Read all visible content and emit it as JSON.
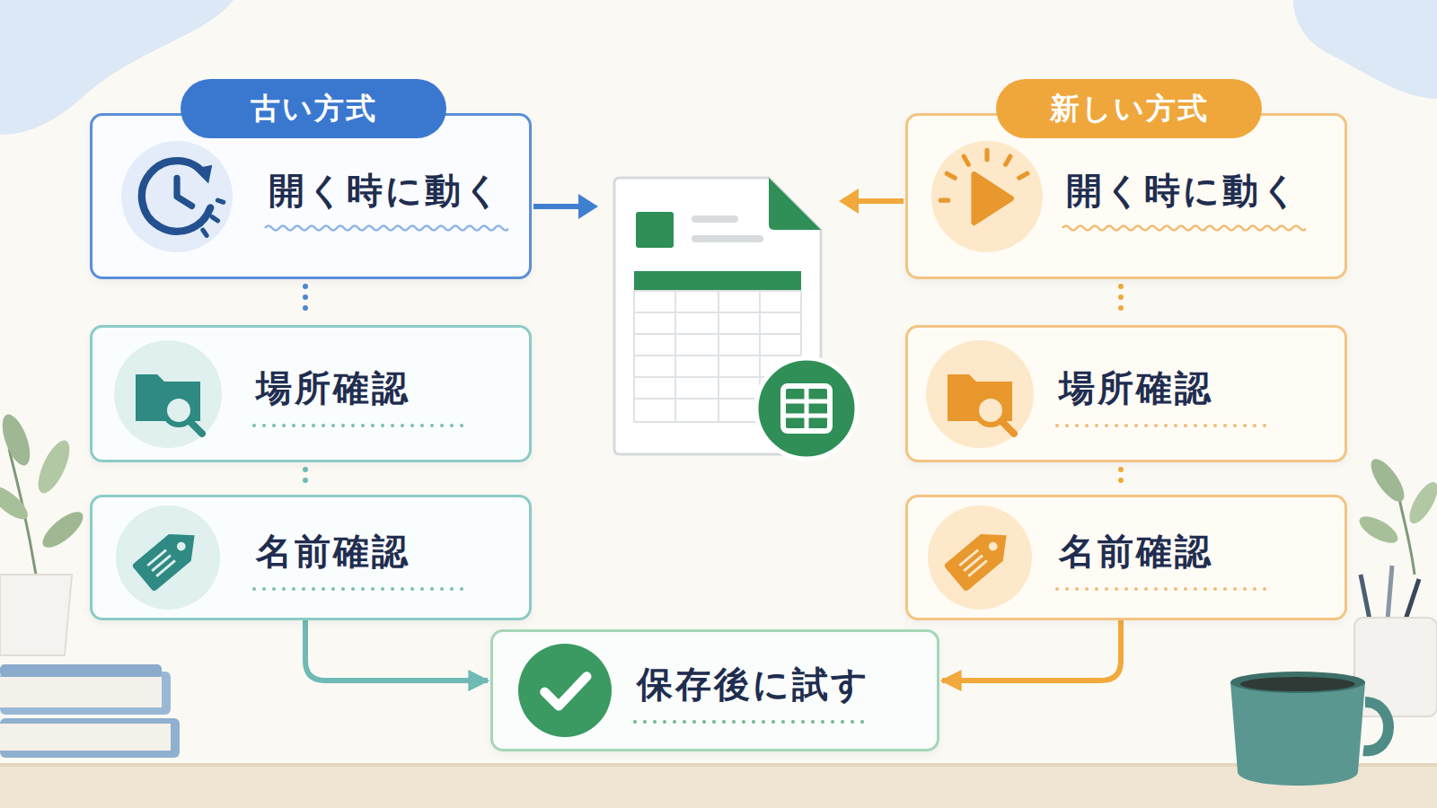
{
  "diagram": {
    "nodes": [
      {
        "text": [
          "古い方式",
          "開く時に動く"
        ]
      },
      {
        "text": [
          "場所確認"
        ]
      },
      {
        "text": [
          "名前確認"
        ]
      },
      {
        "text": [
          "新しい方式",
          "開く時に動く"
        ]
      },
      {
        "text": [
          "場所確認"
        ]
      },
      {
        "text": [
          "名前確認"
        ]
      },
      {
        "text": [
          "保存後に試す"
        ]
      }
    ],
    "edges": [
      {
        "from": 0,
        "to": 1,
        "arrow": "none"
      },
      {
        "from": 1,
        "to": 2,
        "arrow": "none"
      },
      {
        "from": 3,
        "to": 4,
        "arrow": "none"
      },
      {
        "from": 4,
        "to": 5,
        "arrow": "none"
      },
      {
        "from": 2,
        "to": 6,
        "arrow": "to"
      },
      {
        "from": 5,
        "to": 6,
        "arrow": "to"
      }
    ]
  }
}
